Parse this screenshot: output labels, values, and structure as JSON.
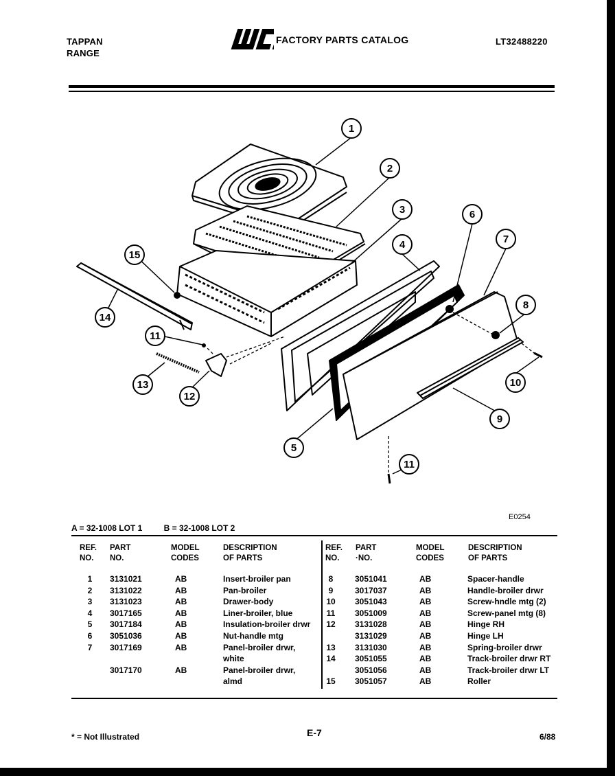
{
  "header": {
    "brand_line1": "TAPPAN",
    "brand_line2": "RANGE",
    "logo_text": "WCI",
    "catalog_title": "FACTORY PARTS CATALOG",
    "model_number": "LT32488220"
  },
  "diagram": {
    "code": "E0254",
    "callouts": [
      "1",
      "2",
      "3",
      "4",
      "5",
      "6",
      "7",
      "8",
      "9",
      "10",
      "11",
      "11",
      "12",
      "13",
      "14",
      "15"
    ]
  },
  "lots": {
    "a": "A = 32-1008 LOT 1",
    "b": "B = 32-1008 LOT 2"
  },
  "table": {
    "headers": {
      "ref1": "REF.",
      "ref2": "NO.",
      "part1": "PART",
      "part2": "NO.",
      "model1": "MODEL",
      "model2": "CODES",
      "desc1": "DESCRIPTION",
      "desc2": "OF PARTS"
    },
    "headers_right": {
      "part2": "·NO."
    },
    "left_rows": [
      {
        "ref": "1",
        "part": "3131021",
        "codes": "AB",
        "desc": "Insert-broiler pan"
      },
      {
        "ref": "2",
        "part": "3131022",
        "codes": "AB",
        "desc": "Pan-broiler"
      },
      {
        "ref": "3",
        "part": "3131023",
        "codes": "AB",
        "desc": "Drawer-body"
      },
      {
        "ref": "4",
        "part": "3017165",
        "codes": "AB",
        "desc": "Liner-broiler, blue"
      },
      {
        "ref": "5",
        "part": "3017184",
        "codes": "AB",
        "desc": "Insulation-broiler drwr"
      },
      {
        "ref": "6",
        "part": "3051036",
        "codes": "AB",
        "desc": "Nut-handle mtg"
      },
      {
        "ref": "7",
        "part": "3017169",
        "codes": "AB",
        "desc": "Panel-broiler drwr,"
      },
      {
        "ref": "",
        "part": "",
        "codes": "",
        "desc": "white"
      },
      {
        "ref": "",
        "part": "3017170",
        "codes": "AB",
        "desc": "Panel-broiler drwr,"
      },
      {
        "ref": "",
        "part": "",
        "codes": "",
        "desc": "almd"
      }
    ],
    "right_rows": [
      {
        "ref": "8",
        "part": "3051041",
        "codes": "AB",
        "desc": "Spacer-handle"
      },
      {
        "ref": "9",
        "part": "3017037",
        "codes": "AB",
        "desc": "Handle-broiler drwr"
      },
      {
        "ref": "10",
        "part": "3051043",
        "codes": "AB",
        "desc": "Screw-hndle mtg (2)"
      },
      {
        "ref": "11",
        "part": "3051009",
        "codes": "AB",
        "desc": "Screw-panel mtg (8)"
      },
      {
        "ref": "12",
        "part": "3131028",
        "codes": "AB",
        "desc": "Hinge RH"
      },
      {
        "ref": "",
        "part": "3131029",
        "codes": "AB",
        "desc": "Hinge LH"
      },
      {
        "ref": "13",
        "part": "3131030",
        "codes": "AB",
        "desc": "Spring-broiler drwr"
      },
      {
        "ref": "14",
        "part": "3051055",
        "codes": "AB",
        "desc": "Track-broiler drwr RT"
      },
      {
        "ref": "",
        "part": "3051056",
        "codes": "AB",
        "desc": "Track-broiler drwr LT"
      },
      {
        "ref": "15",
        "part": "3051057",
        "codes": "AB",
        "desc": "Roller"
      }
    ]
  },
  "footer": {
    "note": "* = Not Illustrated",
    "page": "E-7",
    "date": "6/88"
  }
}
